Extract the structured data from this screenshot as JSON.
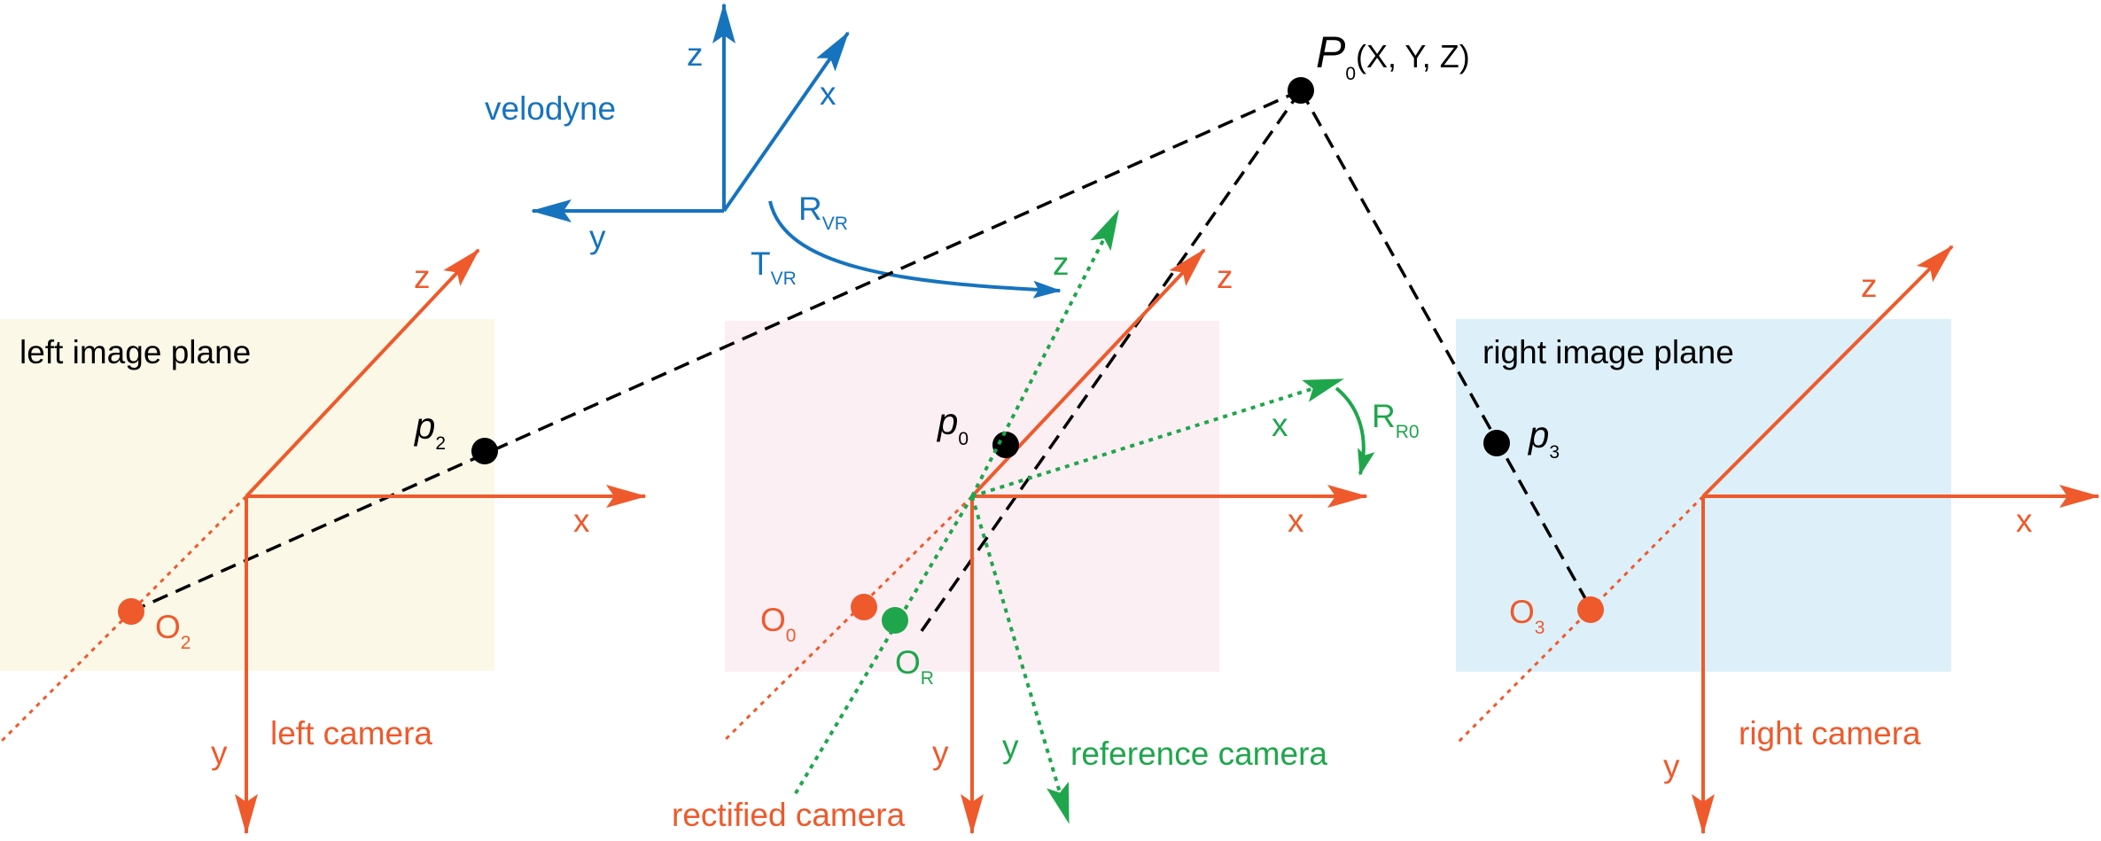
{
  "colors": {
    "orange": "#EE5A2C",
    "blue": "#1673BE",
    "green": "#1FA64C",
    "black": "#000000",
    "left_plane_fill": "#FBF8E8",
    "center_plane_fill": "#FCEFF3",
    "right_plane_fill": "#DDF0F9"
  },
  "velodyne": {
    "name": "velodyne",
    "axis_z": "z",
    "axis_x": "x",
    "axis_y": "y"
  },
  "transform": {
    "R_main": "R",
    "R_sub": "VR",
    "T_main": "T",
    "T_sub": "VR"
  },
  "world_point": {
    "P_main": "P",
    "P_sub": "0",
    "coords": "(X, Y, Z)"
  },
  "left_camera": {
    "plane_label": "left image plane",
    "camera_label": "left camera",
    "axis_z": "z",
    "axis_x": "x",
    "axis_y": "y",
    "p_main": "p",
    "p_sub": "2",
    "O_main": "O",
    "O_sub": "2"
  },
  "center_camera": {
    "axis_z": "z",
    "axis_x": "x",
    "axis_y": "y",
    "p_main": "p",
    "p_sub": "0",
    "O_main": "O",
    "O_sub": "0",
    "rectified_label": "rectified camera"
  },
  "reference_camera": {
    "label": "reference camera",
    "axis_z": "z",
    "axis_x": "x",
    "axis_y": "y",
    "O_main": "O",
    "O_sub": "R",
    "R_main": "R",
    "R_sub": "R0"
  },
  "right_camera": {
    "plane_label": "right image plane",
    "camera_label": "right camera",
    "axis_z": "z",
    "axis_x": "x",
    "axis_y": "y",
    "p_main": "p",
    "p_sub": "3",
    "O_main": "O",
    "O_sub": "3"
  }
}
